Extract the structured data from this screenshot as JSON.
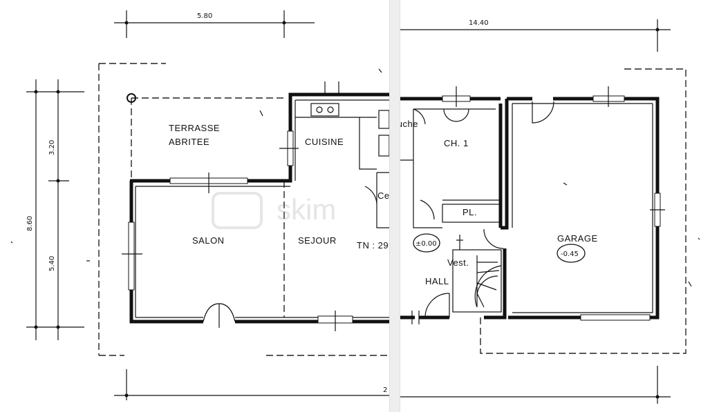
{
  "dimensions": {
    "top_left_width": "5.80",
    "top_total_width": "14.40",
    "left_total_height": "8.60",
    "left_upper_height": "3.20",
    "left_lower_height": "5.40",
    "bottom_partial": "2"
  },
  "rooms": {
    "terrasse_line1": "TERRASSE",
    "terrasse_line2": "ABRITEE",
    "cuisine": "CUISINE",
    "salon": "SALON",
    "sejour": "SEJOUR",
    "tn": "TN : 29",
    "douche": "ouche",
    "cellier": "Ce",
    "ch1": "CH. 1",
    "placard": "PL.",
    "vestiaire": "Vest.",
    "hall": "HALL",
    "garage": "GARAGE"
  },
  "levels": {
    "hall_level": "±0.00",
    "garage_level": "-0.45"
  },
  "watermark": "skim"
}
